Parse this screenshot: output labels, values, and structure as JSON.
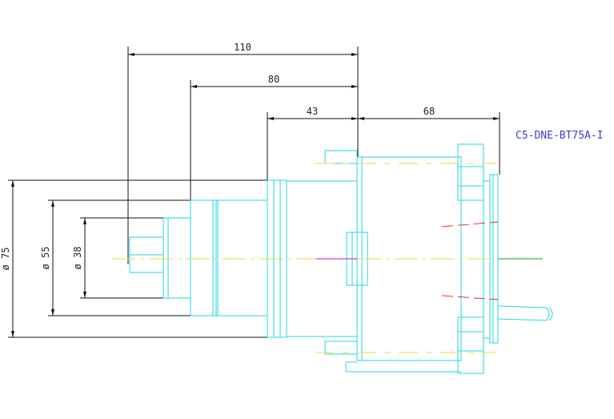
{
  "drawing": {
    "dimensions": {
      "len_110": "110",
      "len_80": "80",
      "len_43": "43",
      "len_68": "68",
      "dia_75": "ø 75",
      "dia_55": "ø 55",
      "dia_38": "ø 38"
    },
    "part_label": "C5-DNE-BT75A-I",
    "colors": {
      "background": "#ffffff",
      "dimension": "#111111",
      "outline": "#24d6e6",
      "centerline": "#e2e23a",
      "hidden": "#e03030",
      "axis_in": "#d23ad2",
      "axis_out": "#33bb33",
      "label": "#3b3bd9"
    }
  }
}
